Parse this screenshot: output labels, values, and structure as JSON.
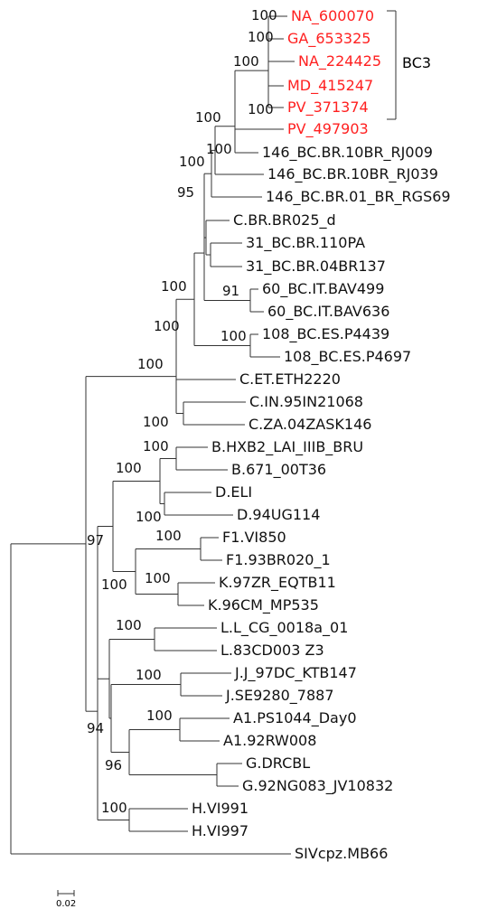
{
  "colors": {
    "line": "#333333",
    "text": "#111111",
    "highlight": "#ff2020"
  },
  "clade": {
    "label": "BC3"
  },
  "scale": {
    "label": "0.02"
  },
  "leaves": [
    {
      "name": "NA_600070",
      "highlight": true
    },
    {
      "name": "GA_653325",
      "highlight": true
    },
    {
      "name": "NA_224425",
      "highlight": true
    },
    {
      "name": "MD_415247",
      "highlight": true
    },
    {
      "name": "PV_371374",
      "highlight": true
    },
    {
      "name": "PV_497903",
      "highlight": true
    },
    {
      "name": "146_BC.BR.10BR_RJ009",
      "highlight": false
    },
    {
      "name": "146_BC.BR.10BR_RJ039",
      "highlight": false
    },
    {
      "name": "146_BC.BR.01_BR_RGS69",
      "highlight": false
    },
    {
      "name": "C.BR.BR025_d",
      "highlight": false
    },
    {
      "name": "31_BC.BR.110PA",
      "highlight": false
    },
    {
      "name": "31_BC.BR.04BR137",
      "highlight": false
    },
    {
      "name": "60_BC.IT.BAV499",
      "highlight": false
    },
    {
      "name": "60_BC.IT.BAV636",
      "highlight": false
    },
    {
      "name": "108_BC.ES.P4439",
      "highlight": false
    },
    {
      "name": "108_BC.ES.P4697",
      "highlight": false
    },
    {
      "name": "C.ET.ETH2220",
      "highlight": false
    },
    {
      "name": "C.IN.95IN21068",
      "highlight": false
    },
    {
      "name": "C.ZA.04ZASK146",
      "highlight": false
    },
    {
      "name": "B.HXB2_LAI_IIIB_BRU",
      "highlight": false
    },
    {
      "name": "B.671_00T36",
      "highlight": false
    },
    {
      "name": "D.ELI",
      "highlight": false
    },
    {
      "name": "D.94UG114",
      "highlight": false
    },
    {
      "name": "F1.VI850",
      "highlight": false
    },
    {
      "name": "F1.93BR020_1",
      "highlight": false
    },
    {
      "name": "K.97ZR_EQTB11",
      "highlight": false
    },
    {
      "name": "K.96CM_MP535",
      "highlight": false
    },
    {
      "name": "L.L_CG_0018a_01",
      "highlight": false
    },
    {
      "name": "L.83CD003 Z3",
      "highlight": false
    },
    {
      "name": "J.J_97DC_KTB147",
      "highlight": false
    },
    {
      "name": "J.SE9280_7887",
      "highlight": false
    },
    {
      "name": "A1.PS1044_Day0",
      "highlight": false
    },
    {
      "name": "A1.92RW008",
      "highlight": false
    },
    {
      "name": "G.DRCBL",
      "highlight": false
    },
    {
      "name": "G.92NG083_JV10832",
      "highlight": false
    },
    {
      "name": "H.VI991",
      "highlight": false
    },
    {
      "name": "H.VI997",
      "highlight": false
    },
    {
      "name": "SIVcpz.MB66",
      "highlight": false
    }
  ],
  "bootstraps": [
    "100",
    "100",
    "100",
    "100",
    "100",
    "100",
    "100",
    "95",
    "100",
    "91",
    "100",
    "100",
    "100",
    "100",
    "100",
    "100",
    "100",
    "100",
    "100",
    "97",
    "100",
    "100",
    "100",
    "94",
    "96",
    "100"
  ]
}
